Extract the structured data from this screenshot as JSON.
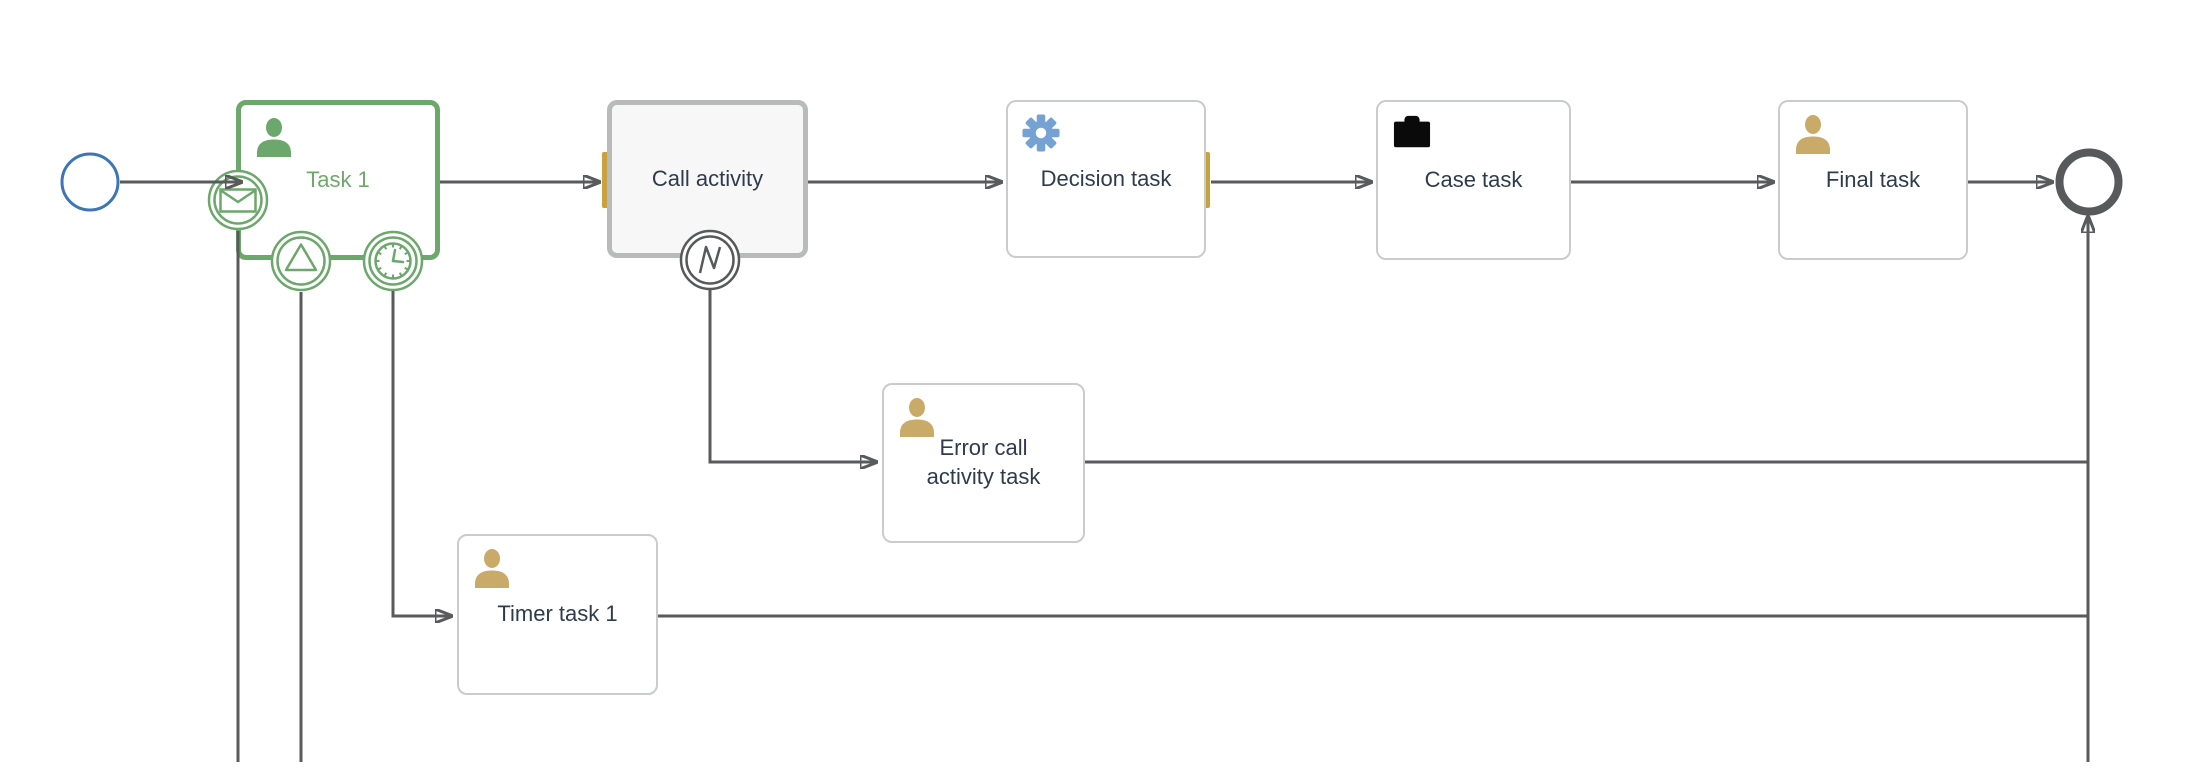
{
  "diagram_type": "bpmn-process-model",
  "colors": {
    "task_accent_green": "#6ca76b",
    "task_text_green": "#6fa86a",
    "start_event_blue": "#3e76b5",
    "flow_line_gray": "#595a5c",
    "task_border_gray": "#c9cbcd",
    "call_activity_border": "#b9bbbb",
    "call_activity_fill": "#f7f7f7",
    "highlight_bar_yellow": "#c9a23f",
    "user_icon_tan": "#c9aa69",
    "gear_icon_blue": "#76a1d3",
    "briefcase_icon_black": "#0a0a0a",
    "label_text": "#2e3b4d"
  },
  "nodes": {
    "start_event": {
      "type": "start-event"
    },
    "task_1": {
      "label": "Task 1",
      "icon": "user-icon",
      "accent": "green"
    },
    "call_activity": {
      "label": "Call activity",
      "icon": "none"
    },
    "decision_task": {
      "label": "Decision task",
      "icon": "gear-icon"
    },
    "case_task": {
      "label": "Case task",
      "icon": "briefcase-icon"
    },
    "final_task": {
      "label": "Final task",
      "icon": "user-icon"
    },
    "error_call_activity_task": {
      "label": "Error call activity task",
      "icon": "user-icon"
    },
    "timer_task_1": {
      "label": "Timer task 1",
      "icon": "user-icon"
    },
    "end_event": {
      "type": "end-event"
    }
  },
  "boundary_events": [
    {
      "name": "message-boundary-event",
      "icon": "message-icon",
      "attached_to": "task_1",
      "color": "green"
    },
    {
      "name": "signal-boundary-event",
      "icon": "signal-icon",
      "attached_to": "task_1",
      "color": "green"
    },
    {
      "name": "timer-boundary-event",
      "icon": "timer-icon",
      "attached_to": "task_1",
      "color": "green"
    },
    {
      "name": "error-boundary-event",
      "icon": "error-icon",
      "attached_to": "call_activity",
      "color": "gray"
    }
  ],
  "flows": [
    {
      "from": "start_event",
      "to": "task_1"
    },
    {
      "from": "task_1",
      "to": "call_activity"
    },
    {
      "from": "call_activity",
      "to": "decision_task"
    },
    {
      "from": "decision_task",
      "to": "case_task"
    },
    {
      "from": "case_task",
      "to": "final_task"
    },
    {
      "from": "final_task",
      "to": "end_event"
    },
    {
      "from": "error-boundary-event",
      "to": "error_call_activity_task"
    },
    {
      "from": "error_call_activity_task",
      "to": "end_event"
    },
    {
      "from": "timer-boundary-event",
      "to": "timer_task_1"
    },
    {
      "from": "timer_task_1",
      "to": "end_event"
    },
    {
      "from": "message-boundary-event",
      "to": "off-screen-bottom"
    },
    {
      "from": "signal-boundary-event",
      "to": "off-screen-bottom"
    }
  ]
}
